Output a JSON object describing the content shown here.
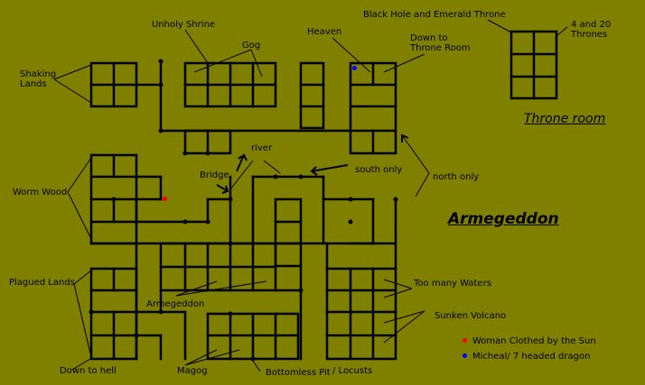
{
  "map": {
    "title": "Armegeddon",
    "throne_title": "Throne room",
    "labels": {
      "shaking_lands": "Shaking\nLands",
      "unholy_shrine": "Unholy Shrine",
      "gog": "Gog",
      "heaven": "Heaven",
      "down_to_throne_room": "Down to\nThrone Room",
      "black_hole": "Black Hole and Emerald Throne",
      "thrones": "4 and 20\nThrones",
      "worm_wood": "Worm Wood",
      "bridge": "Bridge",
      "river": "river",
      "south_only": "south only",
      "north_only": "north only",
      "plagued_lands": "Plagued Lands",
      "armegeddon_area": "Armegeddon",
      "too_many_waters": "Too many Waters",
      "sunken_volcano": "Sunken Volcano",
      "down_to_hell": "Down to hell",
      "magog": "Magog",
      "bottomless_pit": "Bottomless Pit",
      "locusts": "/ Locusts"
    },
    "legend": [
      {
        "label": "Woman Clothed by the Sun",
        "color": "#ff0000"
      },
      {
        "label": "Micheal/ 7 headed dragon",
        "color": "#0000ff"
      }
    ],
    "colors": {
      "background": "#7f7f00",
      "line": "#000000"
    }
  }
}
